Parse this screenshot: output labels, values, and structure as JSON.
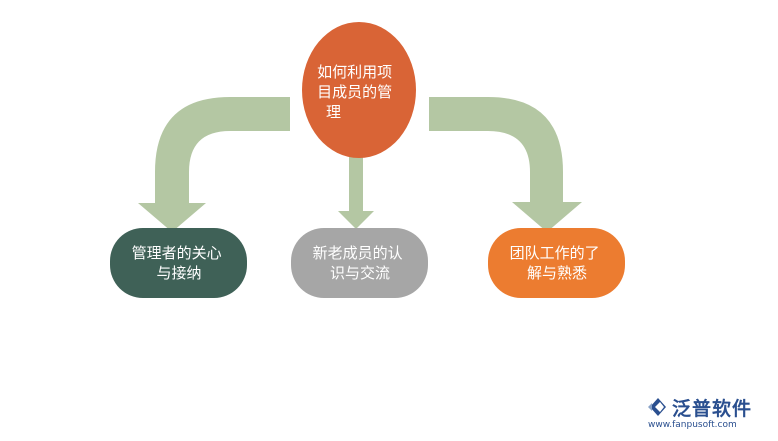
{
  "diagram": {
    "root": {
      "lines": [
        "如何利用项",
        "目成员的管",
        "理"
      ],
      "color": "#d96436"
    },
    "children": [
      {
        "lines": [
          "管理者的关心",
          "与接纳"
        ],
        "color": "#3f6157"
      },
      {
        "lines": [
          "新老成员的认",
          "识与交流"
        ],
        "color": "#a6a6a6"
      },
      {
        "lines": [
          "团队工作的了",
          "解与熟悉"
        ],
        "color": "#ec7c30"
      }
    ],
    "arrow_color": "#b4c7a3"
  },
  "logo": {
    "name": "泛普软件",
    "url": "www.fanpusoft.com",
    "color": "#2a4f8f"
  }
}
